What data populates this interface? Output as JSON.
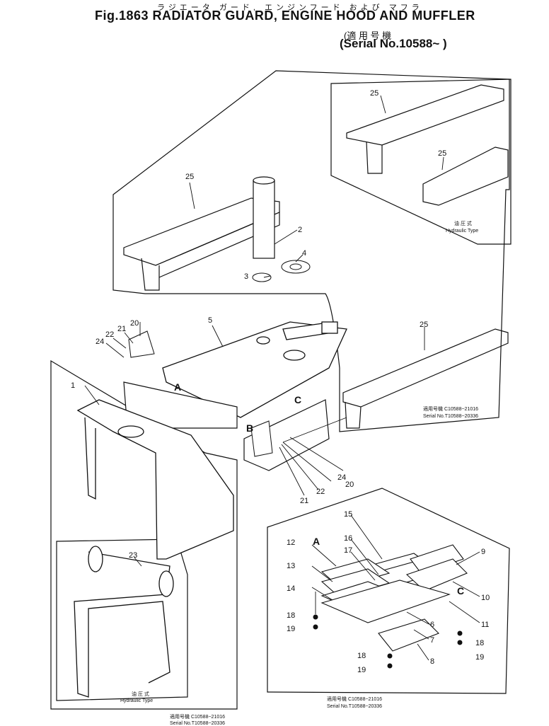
{
  "header": {
    "kana_line": "ラジエータ ガード, エンジンフード および マフラ",
    "title": "Fig.1863 RADIATOR GUARD, ENGINE HOOD AND MUFFLER",
    "serial_jp": "(適 用 号 機",
    "serial_en": "(Serial No.10588~   )"
  },
  "part_numbers": {
    "p1": "1",
    "p2": "2",
    "p3": "3",
    "p4": "4",
    "p5": "5",
    "p6": "6",
    "p7": "7",
    "p8": "8",
    "p9": "9",
    "p10": "10",
    "p11": "11",
    "p12": "12",
    "p13": "13",
    "p14": "14",
    "p15": "15",
    "p16": "16",
    "p17": "17",
    "p18": "18",
    "p19": "19",
    "p20": "20",
    "p21": "21",
    "p22": "22",
    "p23": "23",
    "p24": "24",
    "p25": "25"
  },
  "view_refs": {
    "a": "A",
    "b": "B",
    "c": "C"
  },
  "notes": {
    "hydraulic_jp": "油 圧 式",
    "hydraulic_en": "Hydraulic Type",
    "serial_note_1_jp": "適用号機 C10588~21016",
    "serial_note_1_en": "Serial No.T10588~20336",
    "serial_note_2_jp": "適用号機 C10588~21016",
    "serial_note_2_en": "Serial No.T10588~20336",
    "serial_note_3_jp": "適用号機 C10588~21016",
    "serial_note_3_en": "Serial No.T10588~20336"
  }
}
